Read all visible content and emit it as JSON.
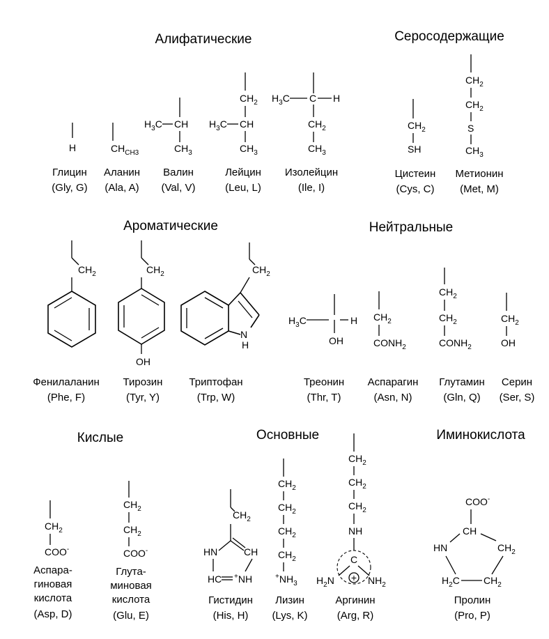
{
  "groups": {
    "aliphatic": "Алифатические",
    "sulfur": "Серосодержащие",
    "aromatic": "Ароматические",
    "neutral": "Нейтральные",
    "acidic": "Кислые",
    "basic": "Основные",
    "imino": "Иминокислота"
  },
  "amino_acids": {
    "gly": {
      "name": "Глицин",
      "code": "(Gly, G)"
    },
    "ala": {
      "name": "Аланин",
      "code": "(Ala, A)"
    },
    "val": {
      "name": "Валин",
      "code": "(Val, V)"
    },
    "leu": {
      "name": "Лейцин",
      "code": "(Leu, L)"
    },
    "ile": {
      "name": "Изолейцин",
      "code": "(Ile, I)"
    },
    "cys": {
      "name": "Цистеин",
      "code": "(Cys, C)"
    },
    "met": {
      "name": "Метионин",
      "code": "(Met, M)"
    },
    "phe": {
      "name": "Фенилаланин",
      "code": "(Phe, F)"
    },
    "tyr": {
      "name": "Тирозин",
      "code": "(Tyr, Y)"
    },
    "trp": {
      "name": "Триптофан",
      "code": "(Trp, W)"
    },
    "thr": {
      "name": "Треонин",
      "code": "(Thr, T)"
    },
    "asn": {
      "name": "Аспарагин",
      "code": "(Asn, N)"
    },
    "gln": {
      "name": "Глутамин",
      "code": "(Gln, Q)"
    },
    "ser": {
      "name": "Серин",
      "code": "(Ser, S)"
    },
    "asp": {
      "name_lines": [
        "Аспара-",
        "гиновая",
        "кислота"
      ],
      "code": "(Asp, D)"
    },
    "glu": {
      "name_lines": [
        "Глута-",
        "миновая",
        "кислота"
      ],
      "code": "(Glu, E)"
    },
    "his": {
      "name": "Гистидин",
      "code": "(His, H)"
    },
    "lys": {
      "name": "Лизин",
      "code": "(Lys, K)"
    },
    "arg": {
      "name": "Аргинин",
      "code": "(Arg, R)"
    },
    "pro": {
      "name": "Пролин",
      "code": "(Pro, P)"
    }
  },
  "formula": {
    "H": "H",
    "H3C": "H3C",
    "CH": "CH",
    "C": "C",
    "CH2": "CH2",
    "CH3": "CH3",
    "SH": "SH",
    "S": "S",
    "OH": "OH",
    "CONH2": "CONH2",
    "COO": "COO",
    "minus": "-",
    "HN": "HN",
    "NH": "NH",
    "N": "N",
    "NH3": "NH3",
    "NH2": "NH2",
    "H2N": "H2N",
    "H2C": "H2C",
    "HC": "HC",
    "plus": "+"
  }
}
